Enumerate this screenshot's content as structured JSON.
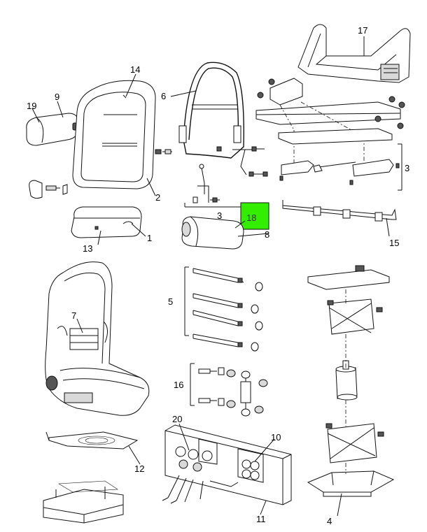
{
  "highlight_color": "#33ee00",
  "callouts": {
    "c1": "1",
    "c2": "2",
    "c3a": "3",
    "c3b": "3",
    "c4": "4",
    "c5": "5",
    "c6": "6",
    "c7": "7",
    "c8": "8",
    "c9": "9",
    "c10": "10",
    "c11": "11",
    "c12": "12",
    "c13": "13",
    "c14": "14",
    "c15": "15",
    "c16": "16",
    "c17": "17",
    "c18": "18",
    "c19": "19",
    "c20": "20"
  }
}
